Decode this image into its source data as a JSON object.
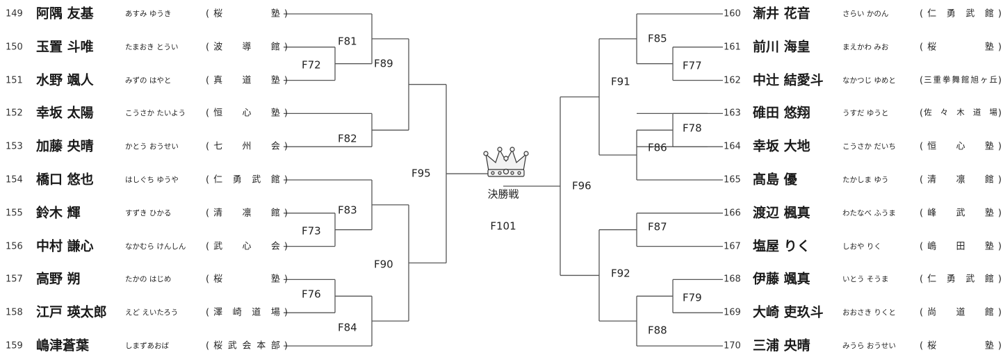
{
  "left_players": [
    {
      "num": "149",
      "name": "阿隅 友基",
      "kana": "あすみ ゆうき",
      "club": "桜 塾"
    },
    {
      "num": "150",
      "name": "玉置 斗唯",
      "kana": "たまおき とうい",
      "club": "波 導 館"
    },
    {
      "num": "151",
      "name": "水野 颯人",
      "kana": "みずの はやと",
      "club": "真 道 塾"
    },
    {
      "num": "152",
      "name": "幸坂 太陽",
      "kana": "こうさか たいよう",
      "club": "恒 心 塾"
    },
    {
      "num": "153",
      "name": "加藤 央晴",
      "kana": "かとう おうせい",
      "club": "七 州 会"
    },
    {
      "num": "154",
      "name": "橋口 悠也",
      "kana": "はしぐち ゆうや",
      "club": "仁 勇 武 館"
    },
    {
      "num": "155",
      "name": "鈴木 輝",
      "kana": "すずき ひかる",
      "club": "清 凛 館"
    },
    {
      "num": "156",
      "name": "中村 謙心",
      "kana": "なかむら けんしん",
      "club": "武 心 会"
    },
    {
      "num": "157",
      "name": "高野 朔",
      "kana": "たかの はじめ",
      "club": "桜 塾"
    },
    {
      "num": "158",
      "name": "江戸 瑛太郎",
      "kana": "えど えいたろう",
      "club": "澤 崎 道 場"
    },
    {
      "num": "159",
      "name": "嶋津蒼葉",
      "kana": "しまずあおば",
      "club": "桜武会本部"
    }
  ],
  "right_players": [
    {
      "num": "160",
      "name": "漸井 花音",
      "kana": "さらい かのん",
      "club": "仁 勇 武 館"
    },
    {
      "num": "161",
      "name": "前川 海皇",
      "kana": "まえかわ みお",
      "club": "桜 塾"
    },
    {
      "num": "162",
      "name": "中辻 結愛斗",
      "kana": "なかつじ ゆめと",
      "club": "三重拳舞館旭ヶ丘"
    },
    {
      "num": "163",
      "name": "碓田 悠翔",
      "kana": "うすだ ゆうと",
      "club": "佐 々 木 道 場"
    },
    {
      "num": "164",
      "name": "幸坂 大地",
      "kana": "こうさか だいち",
      "club": "恒 心 塾"
    },
    {
      "num": "165",
      "name": "髙島 優",
      "kana": "たかしま ゆう",
      "club": "清 凛 館"
    },
    {
      "num": "166",
      "name": "渡辺 楓真",
      "kana": "わたなべ ふうま",
      "club": "峰 武 塾"
    },
    {
      "num": "167",
      "name": "塩屋 りく",
      "kana": "しおや りく",
      "club": "嶋 田 塾"
    },
    {
      "num": "168",
      "name": "伊藤 颯真",
      "kana": "いとう そうま",
      "club": "仁 勇 武 館"
    },
    {
      "num": "169",
      "name": "大崎 吏玖斗",
      "kana": "おおさき りくと",
      "club": "尚 道 館"
    },
    {
      "num": "170",
      "name": "三浦 央晴",
      "kana": "みうら おうせい",
      "club": "桜 塾"
    }
  ],
  "matches": {
    "F72": "F72",
    "F73": "F73",
    "F76": "F76",
    "F81": "F81",
    "F82": "F82",
    "F83": "F83",
    "F84": "F84",
    "F89": "F89",
    "F90": "F90",
    "F95": "F95",
    "F77": "F77",
    "F78": "F78",
    "F79": "F79",
    "F85": "F85",
    "F86": "F86",
    "F87": "F87",
    "F88": "F88",
    "F91": "F91",
    "F92": "F92",
    "F96": "F96"
  },
  "final": {
    "title": "決勝戦",
    "code": "F101"
  },
  "paren_open": "(",
  "paren_close": ")",
  "crown_icon": "crown-icon"
}
